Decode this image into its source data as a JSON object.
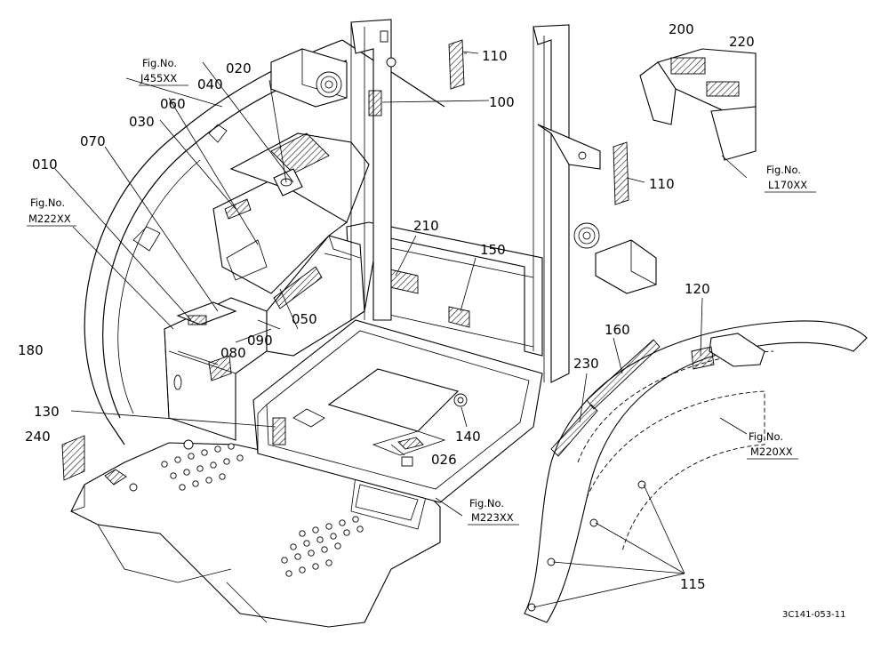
{
  "callouts": {
    "c010": "010",
    "c020": "020",
    "c026": "026",
    "c030": "030",
    "c040": "040",
    "c050": "050",
    "c060": "060",
    "c070": "070",
    "c080": "080",
    "c090": "090",
    "c100": "100",
    "c110a": "110",
    "c110b": "110",
    "c115": "115",
    "c120": "120",
    "c130": "130",
    "c140": "140",
    "c150": "150",
    "c160": "160",
    "c180": "180",
    "c200": "200",
    "c210": "210",
    "c220": "220",
    "c230": "230",
    "c240": "240"
  },
  "figure_refs": {
    "prefix": "Fig.No.",
    "j455": "J455XX",
    "m222": "M222XX",
    "l170": "L170XX",
    "m220": "M220XX",
    "m223": "M223XX"
  },
  "drawing_code": "3C141-053-11"
}
